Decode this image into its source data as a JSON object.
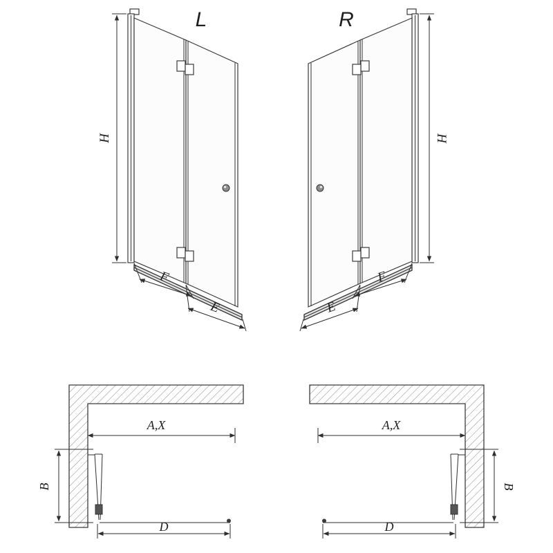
{
  "iso_views": {
    "left": {
      "variant_label": "L",
      "height_label": "H",
      "panel_fold_label": "F",
      "panel_end_label": "E"
    },
    "right": {
      "variant_label": "R",
      "height_label": "H",
      "panel_fold_label": "F",
      "panel_end_label": "E"
    }
  },
  "plan_views": {
    "left": {
      "width_label": "A,X",
      "depth_label": "B",
      "opening_label": "D"
    },
    "right": {
      "width_label": "A,X",
      "depth_label": "B",
      "opening_label": "D"
    }
  },
  "colors": {
    "line": "#3a3a3a",
    "dimension": "#2e2e2e",
    "hatch": "#9b9b9b",
    "glass": "#fcfcfc",
    "background": "#ffffff"
  }
}
